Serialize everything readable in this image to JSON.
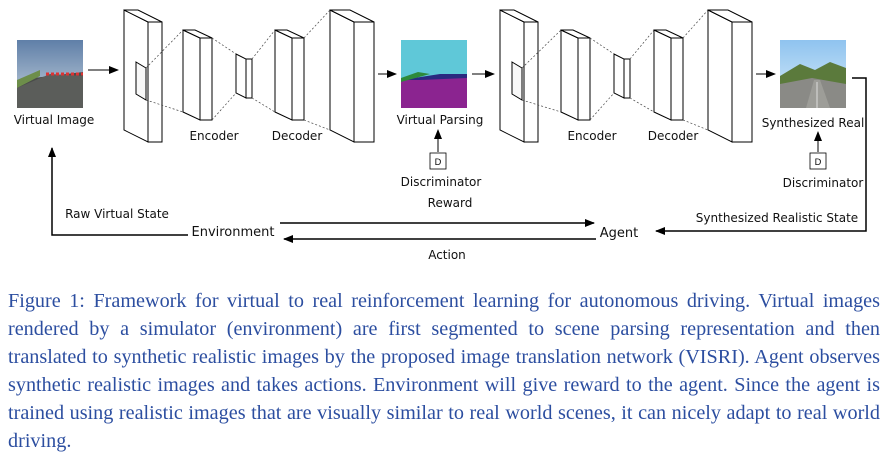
{
  "figure": {
    "labels": {
      "virtual_image": "Virtual Image",
      "encoder_1": "Encoder",
      "decoder_1": "Decoder",
      "virtual_parsing": "Virtual Parsing",
      "discriminator_1": "Discriminator",
      "d_1": "D",
      "encoder_2": "Encoder",
      "decoder_2": "Decoder",
      "synthesized_real": "Synthesized Real",
      "discriminator_2": "Discriminator",
      "d_2": "D",
      "raw_virtual_state": "Raw Virtual State",
      "reward": "Reward",
      "environment": "Environment",
      "agent": "Agent",
      "synthesized_realistic_state": "Synthesized Realistic State",
      "action": "Action"
    }
  },
  "caption": {
    "label": "Figure 1:",
    "text": "Framework for virtual to real reinforcement learning for autonomous driving. Virtual images rendered by a simulator (environment) are first segmented to scene parsing representation and then translated to synthetic realistic images by the proposed image translation network (VISRI). Agent observes synthetic realistic images and takes actions. Environment will give reward to the agent. Since the agent is trained using realistic images that are visually similar to real world scenes, it can nicely adapt to real world driving."
  },
  "colors": {
    "caption": "#2c4ea0",
    "parsing_sky": "#5fc8d8",
    "parsing_road": "#8b2490",
    "parsing_ground": "#2a2a80"
  }
}
